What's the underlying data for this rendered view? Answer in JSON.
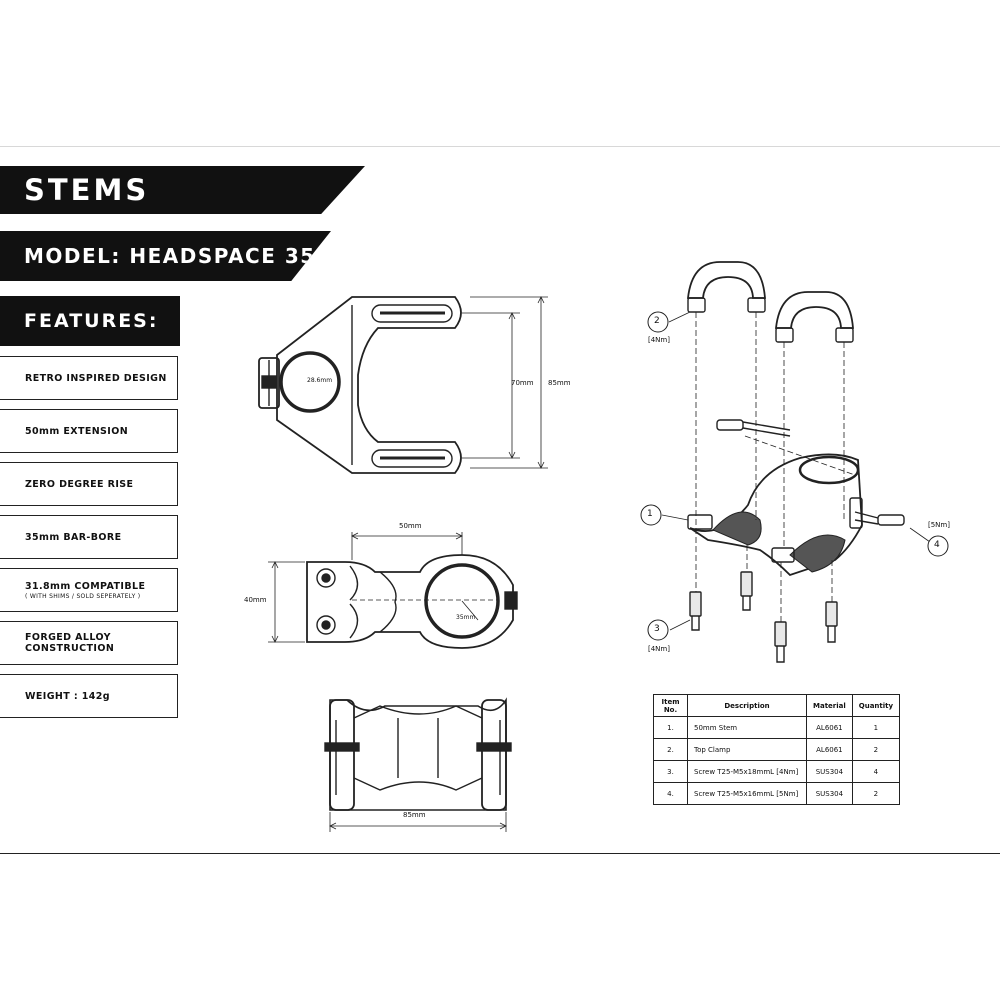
{
  "header": {
    "title": "STEMS",
    "model": "MODEL: HEADSPACE 35",
    "features_title": "FEATURES:"
  },
  "features": [
    {
      "label": "RETRO INSPIRED DESIGN",
      "sub": ""
    },
    {
      "label": "50mm EXTENSION",
      "sub": ""
    },
    {
      "label": "ZERO DEGREE RISE",
      "sub": ""
    },
    {
      "label": "35mm BAR-BORE",
      "sub": ""
    },
    {
      "label": "31.8mm COMPATIBLE",
      "sub": "( WITH SHIMS / SOLD SEPERATELY )"
    },
    {
      "label": "FORGED ALLOY CONSTRUCTION",
      "sub": ""
    },
    {
      "label": "WEIGHT : 142g",
      "sub": ""
    }
  ],
  "dimensions": {
    "steerer_bore": "28.6mm",
    "bolt_spacing": "70mm",
    "overall_depth": "85mm",
    "extension": "50mm",
    "height": "40mm",
    "bar_bore": "35mm",
    "width": "85mm"
  },
  "callouts": {
    "c1": "1",
    "c2": "2",
    "c3": "3",
    "c4": "4",
    "torque_2": "[4Nm]",
    "torque_3": "[4Nm]",
    "torque_4": "[5Nm]"
  },
  "parts_table": {
    "headers": [
      "Item No.",
      "Description",
      "Material",
      "Quantity"
    ],
    "rows": [
      [
        "1.",
        "50mm Stem",
        "AL6061",
        "1"
      ],
      [
        "2.",
        "Top Clamp",
        "AL6061",
        "2"
      ],
      [
        "3.",
        "Screw T25-M5x18mmL [4Nm]",
        "SUS304",
        "4"
      ],
      [
        "4.",
        "Screw T25-M5x16mmL [5Nm]",
        "SUS304",
        "2"
      ]
    ]
  },
  "colors": {
    "banner": "#111111",
    "line": "#222222"
  }
}
